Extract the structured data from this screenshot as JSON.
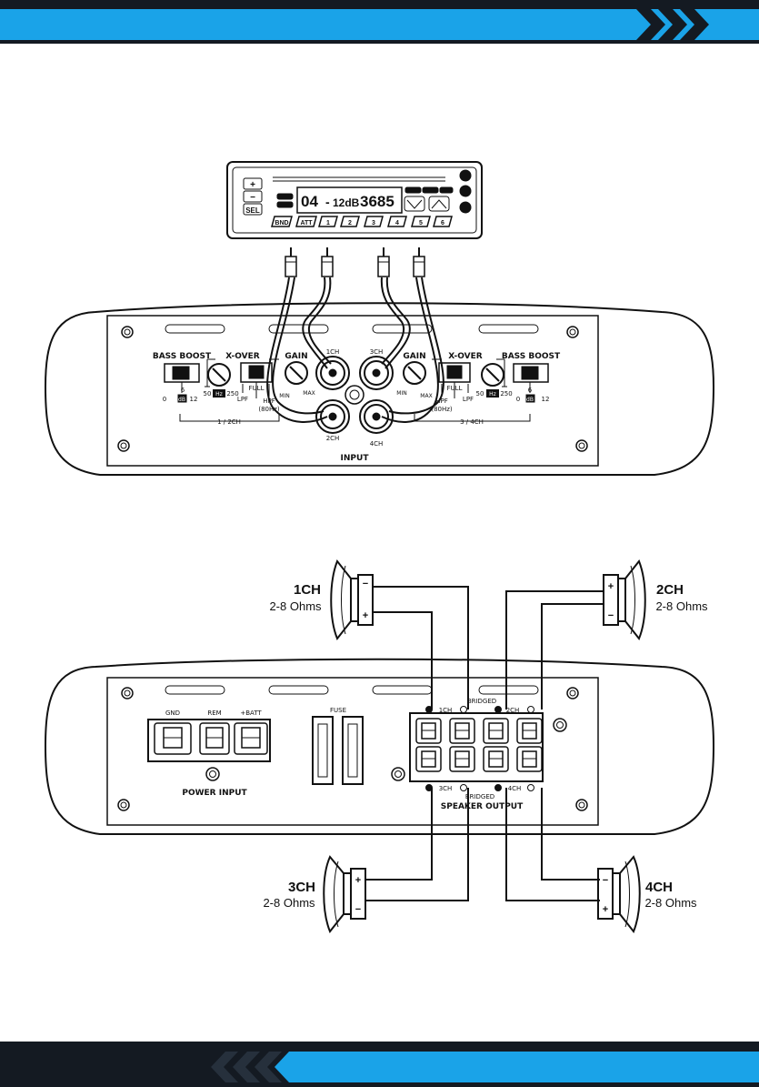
{
  "head_unit": {
    "display": {
      "track": "04",
      "dash": "-",
      "att": "12dB",
      "freq": "3685"
    },
    "side_buttons": [
      "+",
      "−",
      "SEL"
    ],
    "bottom_buttons": [
      "BND",
      "ATT",
      "1",
      "2",
      "3",
      "4",
      "5",
      "6"
    ]
  },
  "input_amp": {
    "left": {
      "bass_boost": "BASS BOOST",
      "bass_scale": [
        "0",
        "6",
        "12"
      ],
      "bass_unit": "dB",
      "xover": "X-OVER",
      "xover_scale": [
        "50",
        "250"
      ],
      "xover_unit": "Hz",
      "full": "FULL",
      "lpf": "LPF",
      "hpf": "HPF",
      "hpf_freq": "(80Hz)",
      "gain": "GAIN",
      "gain_min": "MIN",
      "gain_max": "MAX",
      "group": "1 / 2CH"
    },
    "right": {
      "bass_boost": "BASS BOOST",
      "bass_scale": [
        "0",
        "6",
        "12"
      ],
      "bass_unit": "dB",
      "xover": "X-OVER",
      "xover_scale": [
        "50",
        "250"
      ],
      "xover_unit": "Hz",
      "full": "FULL",
      "lpf": "LPF",
      "hpf": "HPF",
      "hpf_freq": "(80Hz)",
      "gain": "GAIN",
      "gain_min": "MIN",
      "gain_max": "MAX",
      "group": "3 / 4CH"
    },
    "channels": [
      "1CH",
      "3CH",
      "2CH",
      "4CH"
    ],
    "input_label": "INPUT"
  },
  "output_amp": {
    "power_terminals": [
      "GND",
      "REM",
      "+BATT"
    ],
    "power_input": "POWER INPUT",
    "fuse": "FUSE",
    "speaker_output": "SPEAKER OUTPUT",
    "bridged_top": "BRIDGED",
    "bridged_bottom": "BRIDGED",
    "top_channels": [
      "1CH",
      "2CH"
    ],
    "bottom_channels": [
      "3CH",
      "4CH"
    ]
  },
  "speakers": [
    {
      "name": "1CH",
      "impedance": "2-8 Ohms"
    },
    {
      "name": "2CH",
      "impedance": "2-8 Ohms"
    },
    {
      "name": "3CH",
      "impedance": "2-8 Ohms"
    },
    {
      "name": "4CH",
      "impedance": "2-8 Ohms"
    }
  ],
  "polarity": {
    "plus": "+",
    "minus": "−"
  },
  "colors": {
    "banner_dark": "#141a22",
    "banner_blue": "#1aa3e8",
    "line": "#111111"
  }
}
